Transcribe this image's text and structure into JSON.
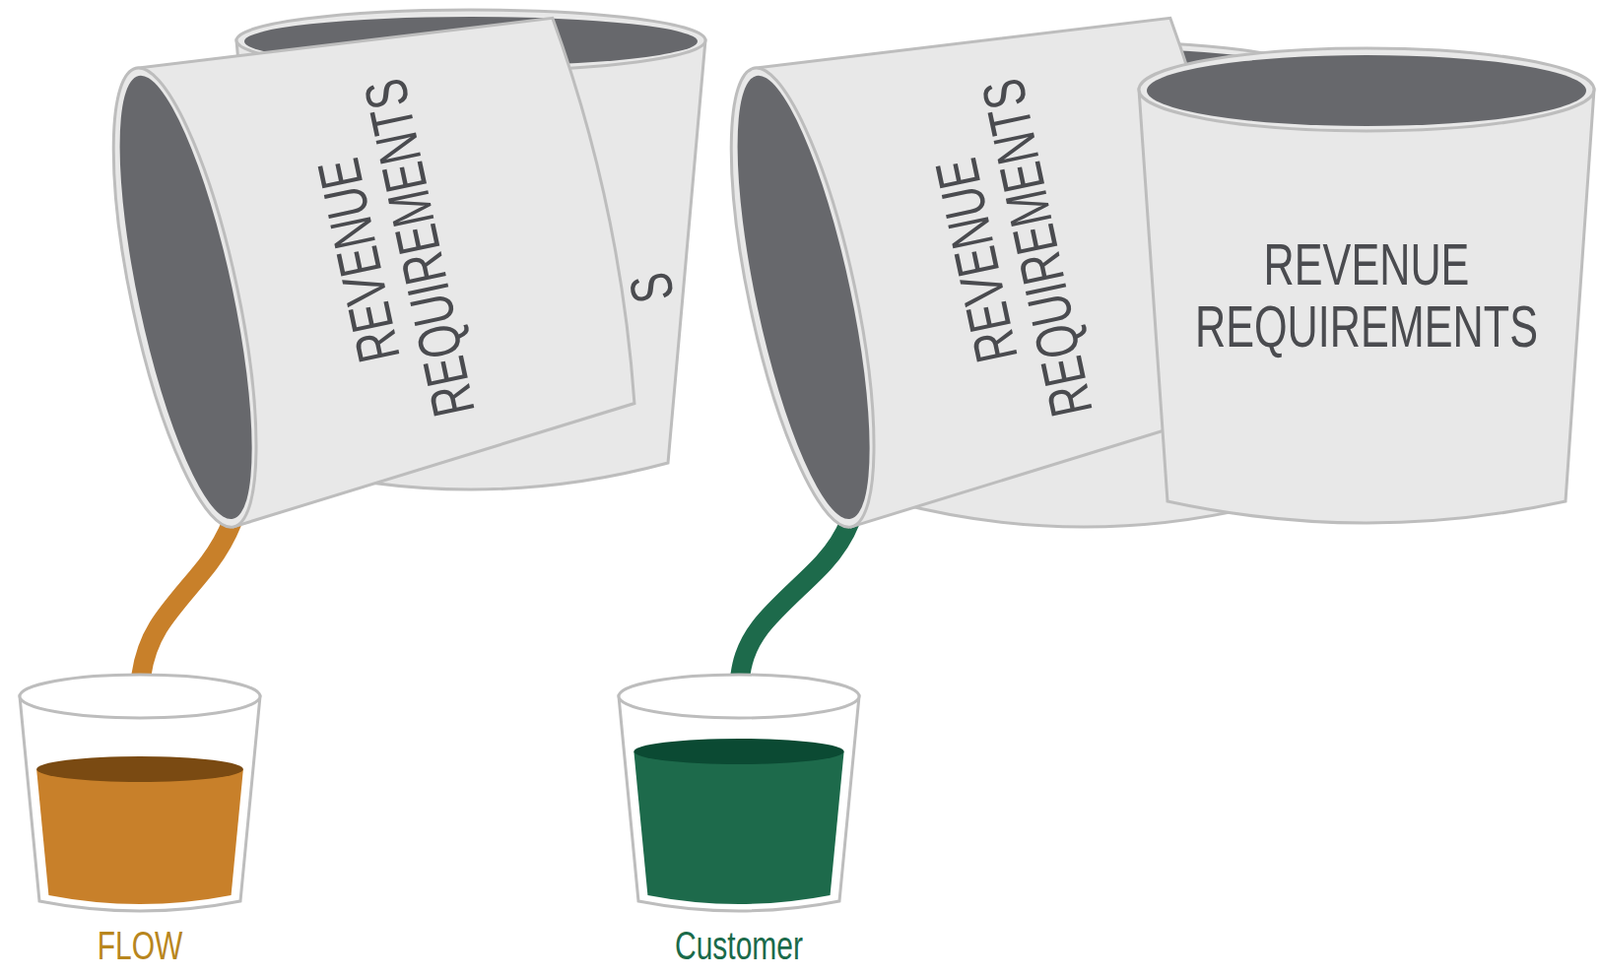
{
  "diagram": {
    "nodes": [
      {
        "text": [
          "REVENUE REQUIREMENTS"
        ]
      },
      {
        "text": [
          "REVENUE REQUIREMENTS"
        ]
      },
      {
        "text": [
          "REVENUE REQUIREMENTS"
        ]
      },
      {
        "text": [
          "FLOW"
        ]
      },
      {
        "text": [
          "Customer"
        ]
      }
    ],
    "edges": [
      {
        "from": 0,
        "to": 3,
        "arrow": "none"
      },
      {
        "from": 1,
        "to": 4,
        "arrow": "none"
      }
    ],
    "labels": [
      "S"
    ]
  }
}
